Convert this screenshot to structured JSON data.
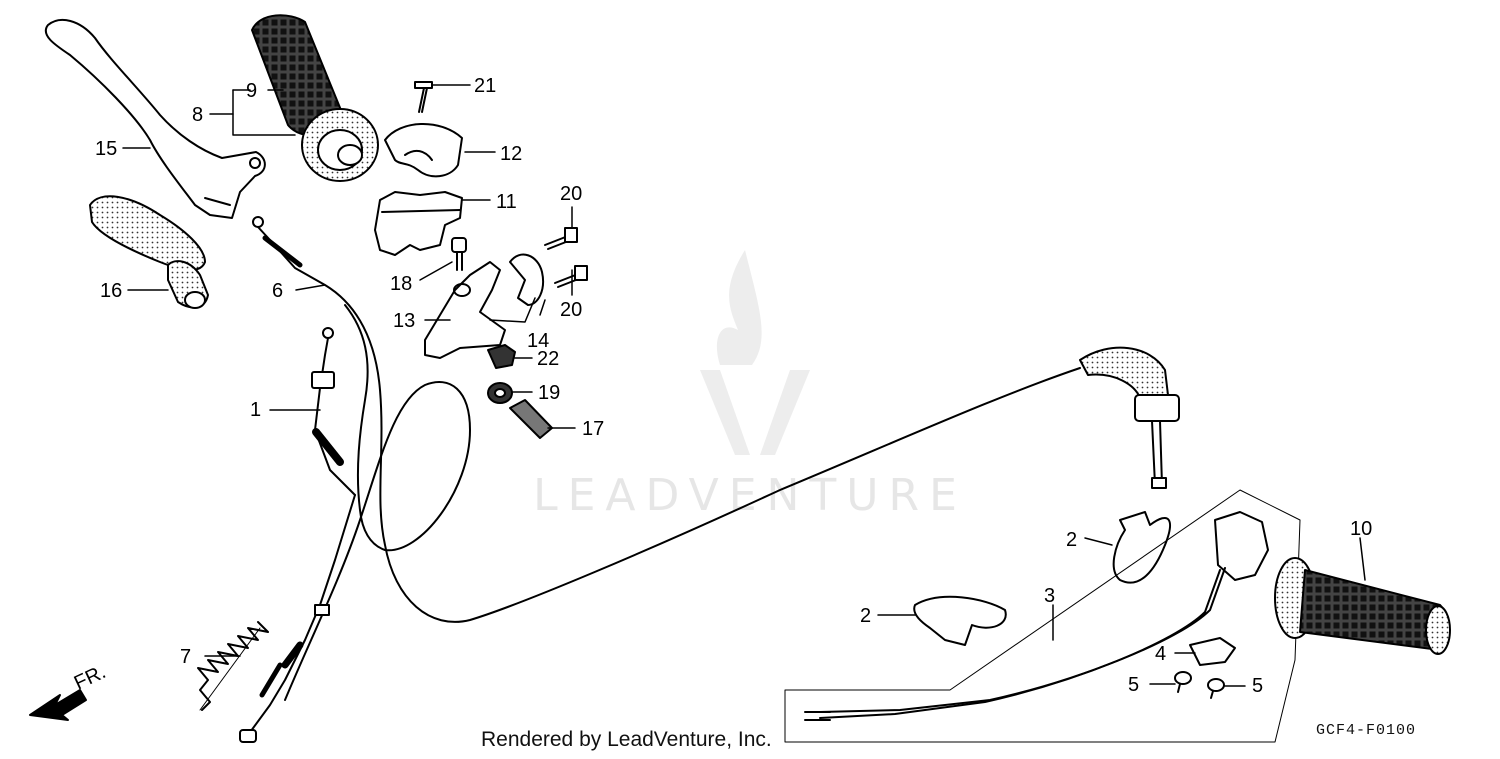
{
  "diagram": {
    "watermark_text": "LEADVENTURE",
    "credit": "Rendered by LeadVenture, Inc.",
    "code": "GCF4-F0100",
    "direction_label": "FR.",
    "callouts": {
      "c1": "1",
      "c2a": "2",
      "c2b": "2",
      "c3": "3",
      "c4": "4",
      "c5a": "5",
      "c5b": "5",
      "c6": "6",
      "c7": "7",
      "c8": "8",
      "c9": "9",
      "c10": "10",
      "c11": "11",
      "c12": "12",
      "c13": "13",
      "c14": "14",
      "c15": "15",
      "c16": "16",
      "c17": "17",
      "c18": "18",
      "c19": "19",
      "c20a": "20",
      "c20b": "20",
      "c21": "21",
      "c22": "22"
    }
  }
}
